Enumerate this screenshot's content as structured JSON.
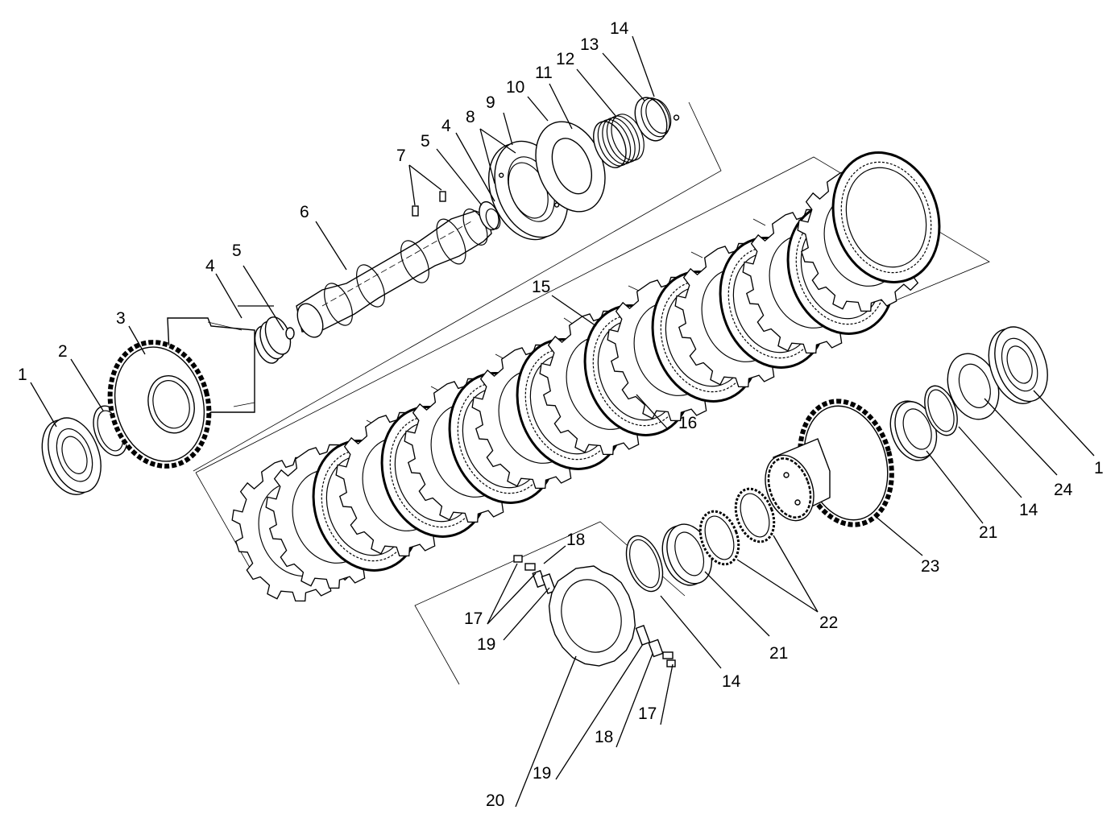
{
  "labels": [
    {
      "id": "c1",
      "text": "1"
    },
    {
      "id": "c2",
      "text": "2"
    },
    {
      "id": "c3",
      "text": "3"
    },
    {
      "id": "c4a",
      "text": "4"
    },
    {
      "id": "c5a",
      "text": "5"
    },
    {
      "id": "c6",
      "text": "6"
    },
    {
      "id": "c7",
      "text": "7"
    },
    {
      "id": "c5b",
      "text": "5"
    },
    {
      "id": "c4b",
      "text": "4"
    },
    {
      "id": "c8",
      "text": "8"
    },
    {
      "id": "c9",
      "text": "9"
    },
    {
      "id": "c10",
      "text": "10"
    },
    {
      "id": "c11",
      "text": "11"
    },
    {
      "id": "c12",
      "text": "12"
    },
    {
      "id": "c13",
      "text": "13"
    },
    {
      "id": "c14a",
      "text": "14"
    },
    {
      "id": "c15",
      "text": "15"
    },
    {
      "id": "c16",
      "text": "16"
    },
    {
      "id": "c18a",
      "text": "18"
    },
    {
      "id": "c17a",
      "text": "17"
    },
    {
      "id": "c19a",
      "text": "19"
    },
    {
      "id": "c14b",
      "text": "14"
    },
    {
      "id": "c21a",
      "text": "21"
    },
    {
      "id": "c22",
      "text": "22"
    },
    {
      "id": "c23",
      "text": "23"
    },
    {
      "id": "c21b",
      "text": "21"
    },
    {
      "id": "c14c",
      "text": "14"
    },
    {
      "id": "c24",
      "text": "24"
    },
    {
      "id": "c1b",
      "text": "1"
    },
    {
      "id": "c17b",
      "text": "17"
    },
    {
      "id": "c18b",
      "text": "18"
    },
    {
      "id": "c19b",
      "text": "19"
    },
    {
      "id": "c20",
      "text": "20"
    }
  ]
}
